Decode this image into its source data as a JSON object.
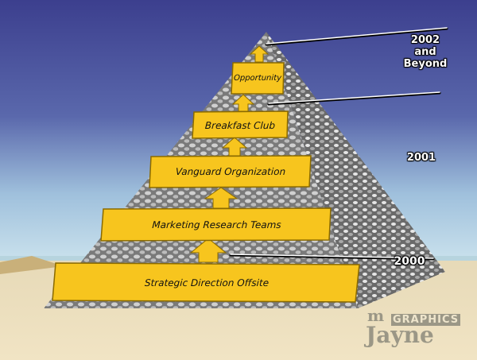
{
  "steps": [
    "Strategic Direction Offsite",
    "Marketing Research Teams",
    "Vanguard Organization",
    "Breakfast Club",
    "Opportunity"
  ],
  "timeline": {
    "y2002": "2002 and Beyond",
    "y2001": "2001",
    "y2000": "2000"
  },
  "logo": {
    "text1": "GRAPHICS",
    "text2": "Jayne",
    "mark": "m"
  },
  "colors": {
    "banner": "#f7c51e",
    "sky_top": "#3c3f8e",
    "sky_bottom": "#b9d6e6",
    "sand": "#e9dcb8"
  }
}
